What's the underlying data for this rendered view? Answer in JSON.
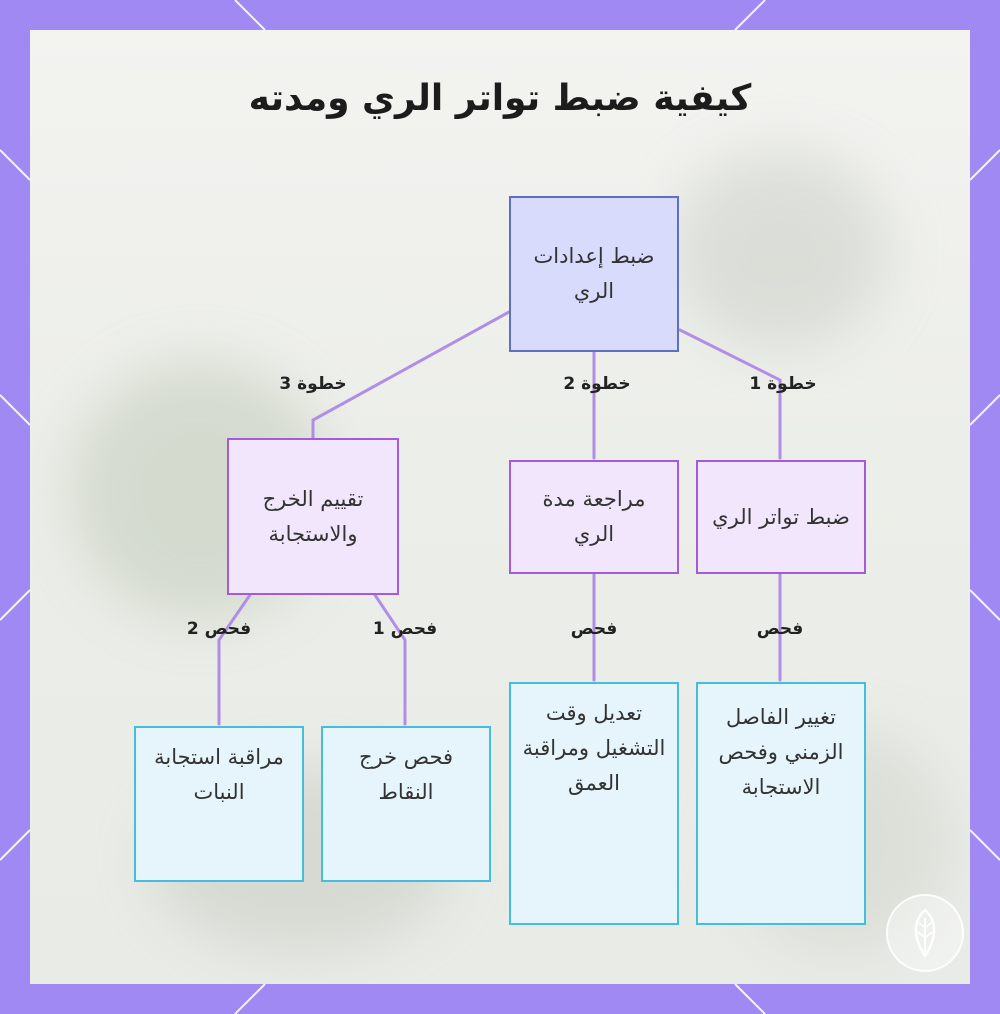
{
  "title": "كيفية ضبط تواتر الري ومدته",
  "nodes": {
    "root": "ضبط إعدادات الري",
    "step1": "ضبط تواتر الري",
    "step2": "مراجعة مدة الري",
    "step3": "تقييم الخرج والاستجابة",
    "leaf1": "تغيير الفاصل الزمني وفحص الاستجابة",
    "leaf2": "تعديل وقت التشغيل ومراقبة العمق",
    "leaf3": "فحص خرج النقاط",
    "leaf4": "مراقبة استجابة النبات"
  },
  "edge_labels": {
    "step1": "خطوة 1",
    "step2": "خطوة 2",
    "step3": "خطوة 3",
    "check": "فحص",
    "check1": "فحص 1",
    "check2": "فحص 2"
  },
  "colors": {
    "frame": "#a089f2",
    "root_fill": "#d9dbfd",
    "root_border": "#5e6fc4",
    "mid_fill": "#f1e6fc",
    "mid_border": "#a55bd8",
    "leaf_fill": "#e6f5fb",
    "leaf_border": "#45bddd",
    "connector": "#b08ee6"
  },
  "icons": {
    "badge": "leaf-emblem-icon"
  }
}
